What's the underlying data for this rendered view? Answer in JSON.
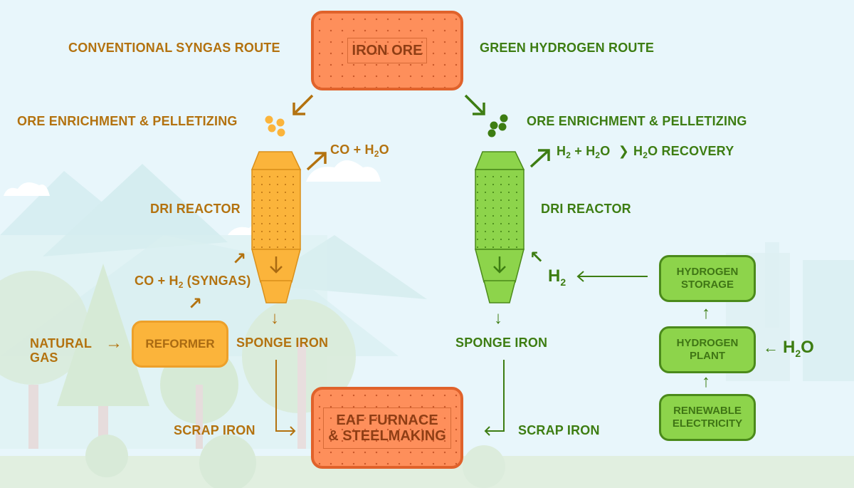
{
  "title": "Iron Ore to Steel: Conventional Syngas Route vs Green Hydrogen Route",
  "center": {
    "iron_ore": "IRON ORE",
    "eaf": "EAF FURNACE\n& STEELMAKING"
  },
  "colors": {
    "conventional_text": "#b3720f",
    "green_text": "#3d7d12",
    "orange_box": "#fe8f5b",
    "reactor_orange": "#fbb43b",
    "reactor_green": "#8dd44b",
    "background": "#e8f6fb"
  },
  "conventional": {
    "route_title": "CONVENTIONAL SYNGAS ROUTE",
    "enrichment": "ORE ENRICHMENT & PELLETIZING",
    "exhaust": {
      "base": "CO + H",
      "sub": "2",
      "tail": "O"
    },
    "reactor": "DRI REACTOR",
    "syngas": {
      "base": "CO + H",
      "sub": "2",
      "tail": " (SYNGAS)"
    },
    "natural_gas": "NATURAL\nGAS",
    "reformer": "REFORMER",
    "sponge_iron": "SPONGE IRON",
    "scrap_iron": "SCRAP IRON"
  },
  "green": {
    "route_title": "GREEN HYDROGEN ROUTE",
    "enrichment": "ORE ENRICHMENT & PELLETIZING",
    "exhaust": {
      "a": "H",
      "a_sub": "2",
      "b": " + H",
      "b_sub": "2",
      "c": "O",
      "d": "H",
      "d_sub": "2",
      "e": "O RECOVERY"
    },
    "reactor": "DRI REACTOR",
    "h2_input": {
      "base": "H",
      "sub": "2"
    },
    "sponge_iron": "SPONGE IRON",
    "scrap_iron": "SCRAP IRON",
    "hydrogen_storage": "HYDROGEN\nSTORAGE",
    "hydrogen_plant": "HYDROGEN\nPLANT",
    "renewable": "RENEWABLE\nELECTRICITY",
    "water_input": {
      "base": "H",
      "sub": "2",
      "tail": "O"
    }
  },
  "icons": {
    "arrow_right": "→",
    "arrow_left": "←",
    "arrow_up": "↑",
    "arrow_down": "↓",
    "arrow_up_right": "↗",
    "arrow_up_left": "↖",
    "chevron": "❯"
  }
}
